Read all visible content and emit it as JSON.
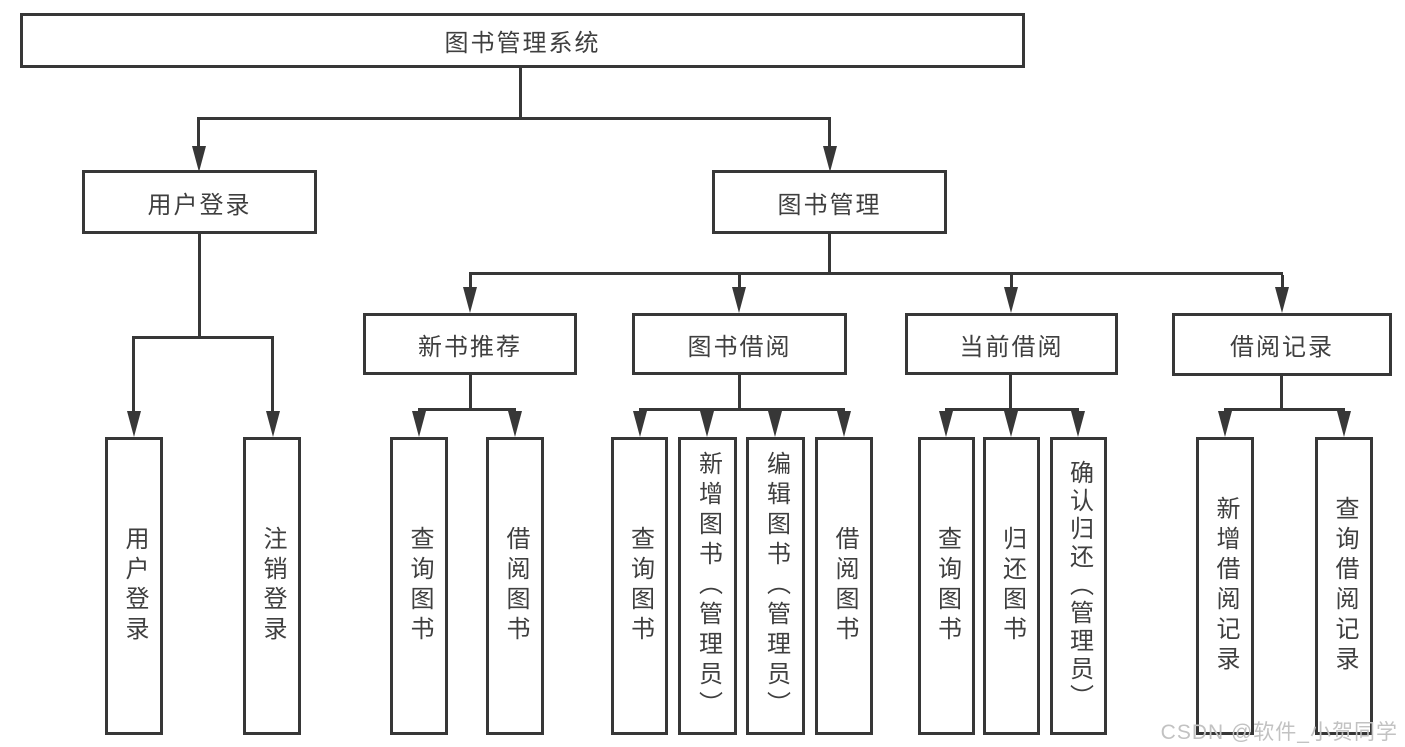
{
  "tree": {
    "root": {
      "label": "图书管理系统",
      "children": [
        {
          "label": "用户登录",
          "children": [
            {
              "label": "用户登录"
            },
            {
              "label": "注销登录"
            }
          ]
        },
        {
          "label": "图书管理",
          "children": [
            {
              "label": "新书推荐",
              "children": [
                {
                  "label": "查询图书"
                },
                {
                  "label": "借阅图书"
                }
              ]
            },
            {
              "label": "图书借阅",
              "children": [
                {
                  "label": "查询图书"
                },
                {
                  "label": "新增图书（管理员）"
                },
                {
                  "label": "编辑图书（管理员）"
                },
                {
                  "label": "借阅图书"
                }
              ]
            },
            {
              "label": "当前借阅",
              "children": [
                {
                  "label": "查询图书"
                },
                {
                  "label": "归还图书"
                },
                {
                  "label": "确认归还（管理员）"
                }
              ]
            },
            {
              "label": "借阅记录",
              "children": [
                {
                  "label": "新增借阅记录"
                },
                {
                  "label": "查询借阅记录"
                }
              ]
            }
          ]
        }
      ]
    }
  },
  "watermark": {
    "text": "CSDN @软件_小贺同学"
  },
  "colors": {
    "line": "#373737",
    "text": "#3f3f3f",
    "background": "#ffffff",
    "watermark": "#c2c2c2"
  }
}
